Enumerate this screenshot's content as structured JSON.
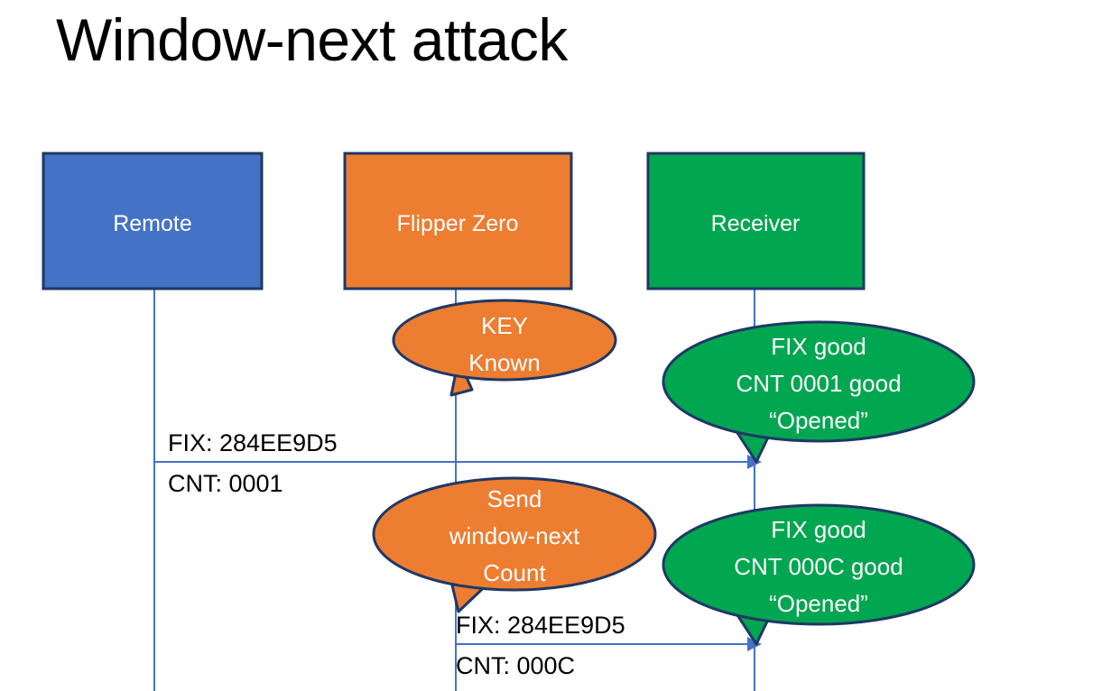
{
  "slide": {
    "title": "Window-next attack"
  },
  "colors": {
    "remote_fill": "#4472C4",
    "flipper_fill": "#ED7D31",
    "receiver_fill": "#00A650",
    "box_border": "#1F3864",
    "lifeline": "#4472C4",
    "arrow": "#4472C4",
    "box_label": "#FFFFFF",
    "bubble_text": "#FFFFFF",
    "message_text": "#000000",
    "background": "#FFFFFF"
  },
  "actors": [
    {
      "id": "remote",
      "label": "Remote"
    },
    {
      "id": "flipper",
      "label": "Flipper Zero"
    },
    {
      "id": "receiver",
      "label": "Receiver"
    }
  ],
  "callouts": [
    {
      "id": "key-known",
      "owner": "flipper",
      "lines": [
        "KEY",
        "Known"
      ]
    },
    {
      "id": "receiver-ok-0001",
      "owner": "receiver",
      "lines": [
        "FIX good",
        "CNT 0001 good",
        "“Opened”"
      ]
    },
    {
      "id": "send-window-next",
      "owner": "flipper",
      "lines": [
        "Send",
        "window-next",
        "Count"
      ]
    },
    {
      "id": "receiver-ok-000C",
      "owner": "receiver",
      "lines": [
        "FIX good",
        "CNT 000C good",
        "“Opened”"
      ]
    }
  ],
  "messages": [
    {
      "id": "msg-remote-to-receiver",
      "from": "remote",
      "to": "receiver",
      "fix_label": "FIX: 284EE9D5",
      "cnt_label": "CNT: 0001"
    },
    {
      "id": "msg-flipper-to-receiver",
      "from": "flipper",
      "to": "receiver",
      "fix_label": "FIX: 284EE9D5",
      "cnt_label": "CNT: 000C"
    }
  ]
}
